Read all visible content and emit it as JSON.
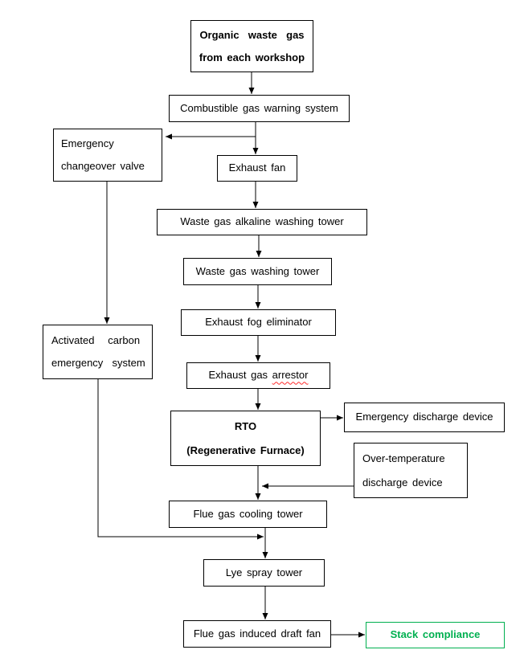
{
  "diagram": {
    "type": "flowchart",
    "nodes": {
      "organic": {
        "label": "Organic  waste  gas\nfrom each workshop"
      },
      "combustible": {
        "label": "Combustible gas warning system"
      },
      "emergency_valve": {
        "label": "Emergency\nchangeover valve"
      },
      "exhaust_fan": {
        "label": "Exhaust fan"
      },
      "alkaline_tower": {
        "label": "Waste gas alkaline washing tower"
      },
      "washing_tower": {
        "label": "Waste gas washing tower"
      },
      "fog_eliminator": {
        "label": "Exhaust fog eliminator"
      },
      "gas_arrestor": {
        "label_prefix": "Exhaust gas ",
        "label_flagged_word": "arrestor"
      },
      "rto": {
        "label": "RTO\n(Regenerative Furnace)"
      },
      "emergency_discharge": {
        "label": "Emergency discharge device"
      },
      "over_temp": {
        "label": "Over-temperature\ndischarge device"
      },
      "activated_carbon": {
        "label": "Activated   carbon\nemergency  system"
      },
      "cooling_tower": {
        "label": "Flue gas cooling tower"
      },
      "lye_spray": {
        "label": "Lye spray tower"
      },
      "draft_fan": {
        "label": "Flue gas induced draft fan"
      },
      "stack": {
        "label": "Stack compliance"
      }
    },
    "edges": [
      {
        "from": "organic",
        "to": "combustible"
      },
      {
        "from": "combustible",
        "to": "emergency_valve"
      },
      {
        "from": "combustible",
        "to": "exhaust_fan"
      },
      {
        "from": "emergency_valve",
        "to": "activated_carbon"
      },
      {
        "from": "exhaust_fan",
        "to": "alkaline_tower"
      },
      {
        "from": "alkaline_tower",
        "to": "washing_tower"
      },
      {
        "from": "washing_tower",
        "to": "fog_eliminator"
      },
      {
        "from": "fog_eliminator",
        "to": "gas_arrestor"
      },
      {
        "from": "gas_arrestor",
        "to": "rto"
      },
      {
        "from": "rto",
        "to": "emergency_discharge"
      },
      {
        "from": "rto",
        "to": "cooling_tower"
      },
      {
        "from": "over_temp",
        "to": "cooling_tower"
      },
      {
        "from": "cooling_tower",
        "to": "lye_spray"
      },
      {
        "from": "activated_carbon",
        "to": "lye_spray"
      },
      {
        "from": "lye_spray",
        "to": "draft_fan"
      },
      {
        "from": "draft_fan",
        "to": "stack"
      }
    ],
    "colors": {
      "border": "#000000",
      "text": "#000000",
      "arrow": "#000000",
      "stack_green": "#00b050",
      "spellcheck_underline": "#ff2a2a",
      "background": "#ffffff"
    }
  }
}
